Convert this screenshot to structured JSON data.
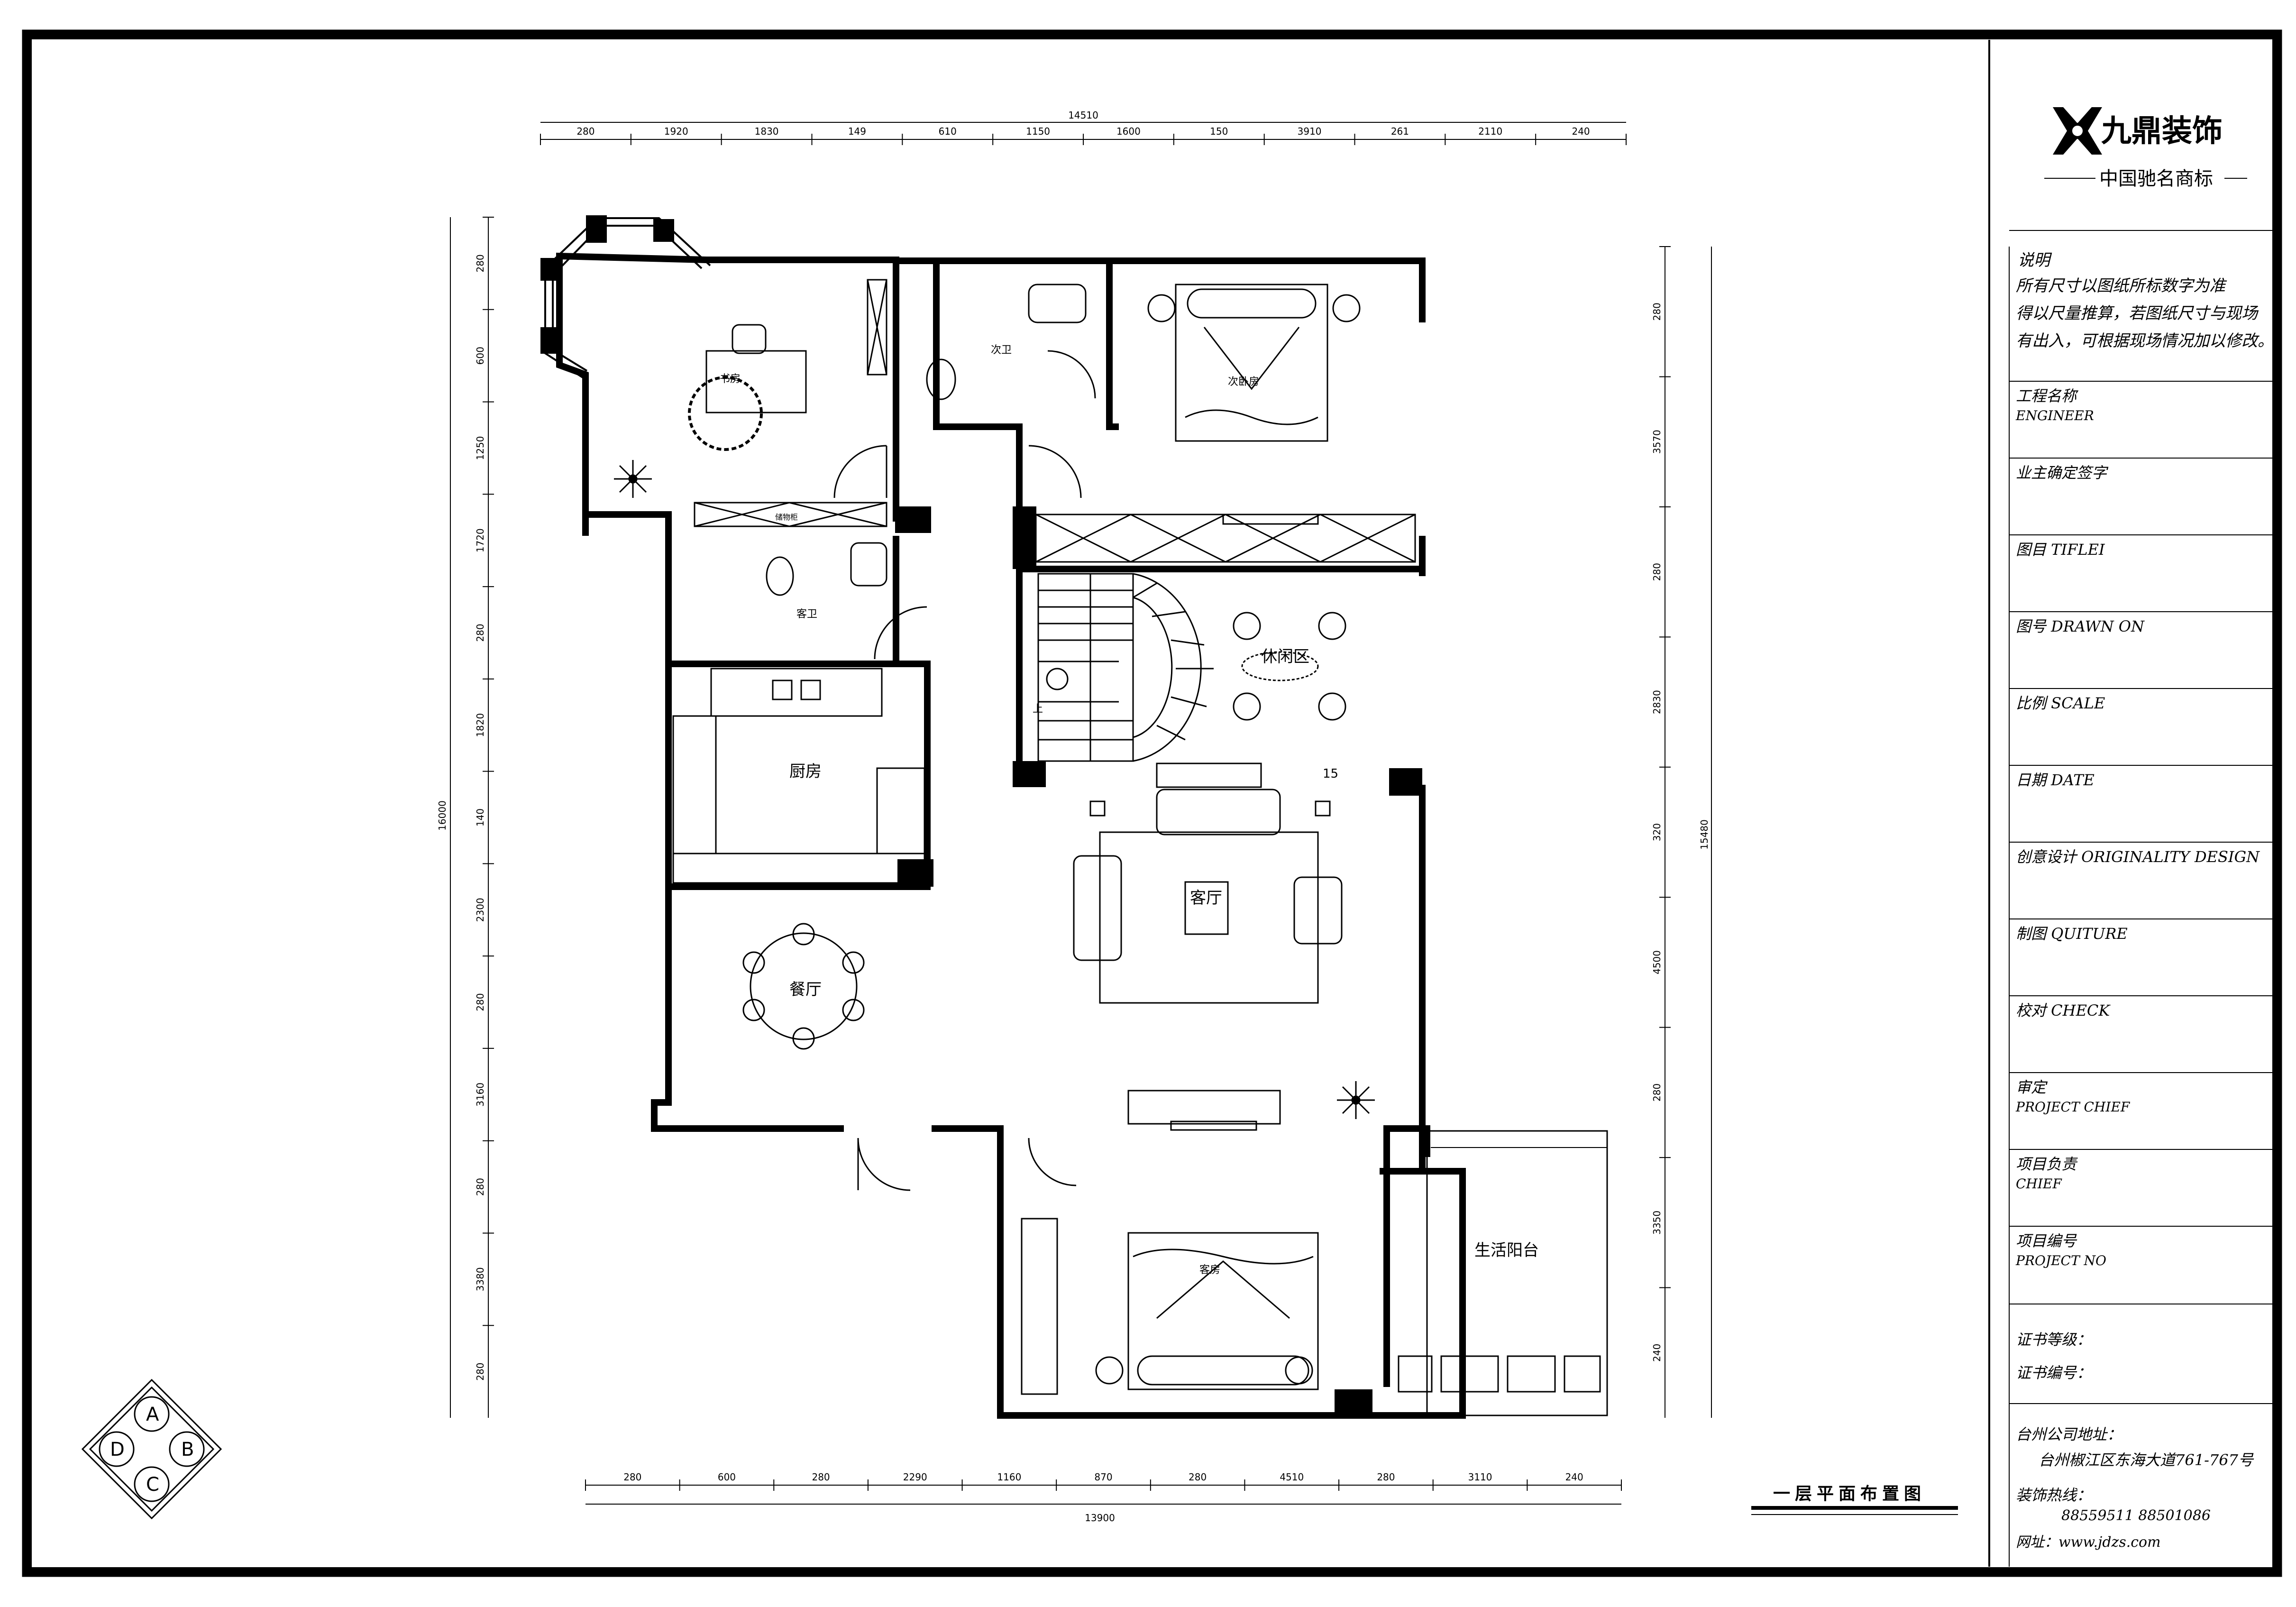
{
  "company": {
    "name": "九鼎装饰",
    "slogan": "中国驰名商标"
  },
  "notes": {
    "heading": "说明",
    "lines": [
      "所有尺寸以图纸所标数字为准",
      "得以尺量推算，若图纸尺寸与现场",
      "有出入，可根据现场情况加以修改。"
    ]
  },
  "title_block": [
    {
      "zh": "工程名称",
      "en": "ENGINEER"
    },
    {
      "zh": "业主确定签字",
      "en": ""
    },
    {
      "zh": "图目",
      "en": "TIFLEI"
    },
    {
      "zh": "图号",
      "en": "DRAWN ON"
    },
    {
      "zh": "比例",
      "en": "SCALE"
    },
    {
      "zh": "日期",
      "en": "DATE"
    },
    {
      "zh": "创意设计",
      "en": "ORIGINALITY DESIGN"
    },
    {
      "zh": "制图",
      "en": "QUITURE"
    },
    {
      "zh": "校对",
      "en": "CHECK"
    },
    {
      "zh": "审定",
      "en": "PROJECT CHIEF"
    },
    {
      "zh": "项目负责",
      "en": "CHIEF"
    },
    {
      "zh": "项目编号",
      "en": "PROJECT NO"
    }
  ],
  "certificate": {
    "level": "证书等级：",
    "number": "证书编号："
  },
  "contact": {
    "address_label": "台州公司地址：",
    "address": "台州椒江区东海大道761-767号",
    "hotline_label": "装饰热线：",
    "hotline": "88559511  88501086",
    "website": "网址：www.jdzs.com"
  },
  "drawing_title": "一层平面布置图",
  "rooms": {
    "study": "书房",
    "second_bath": "次卫",
    "second_bedroom": "次卧房",
    "guest_bath": "客卫",
    "kitchen": "厨房",
    "leisure": "休闲区",
    "living": "客厅",
    "dining": "餐厅",
    "bedroom": "客房",
    "balcony": "生活阳台",
    "storage": "储物柜",
    "up": "上",
    "step": "15"
  },
  "dims": {
    "top_total": "14510",
    "top": [
      "280",
      "1920",
      "1830",
      "149",
      "610",
      "1150",
      "1600",
      "150",
      "3910",
      "261",
      "2110",
      "240"
    ],
    "bottom_total": "13900",
    "bottom": [
      "280",
      "600",
      "280",
      "2290",
      "1160",
      "870",
      "280",
      "4510",
      "280",
      "3110",
      "240"
    ],
    "left_total": "16000",
    "left": [
      "280",
      "600",
      "1250",
      "1720",
      "280",
      "1820",
      "140",
      "2300",
      "280",
      "3160",
      "280",
      "3380",
      "280"
    ],
    "right_total": "15480",
    "right": [
      "280",
      "3570",
      "280",
      "2830",
      "320",
      "4500",
      "280",
      "3350",
      "240"
    ]
  },
  "compass": [
    "A",
    "B",
    "C",
    "D"
  ]
}
